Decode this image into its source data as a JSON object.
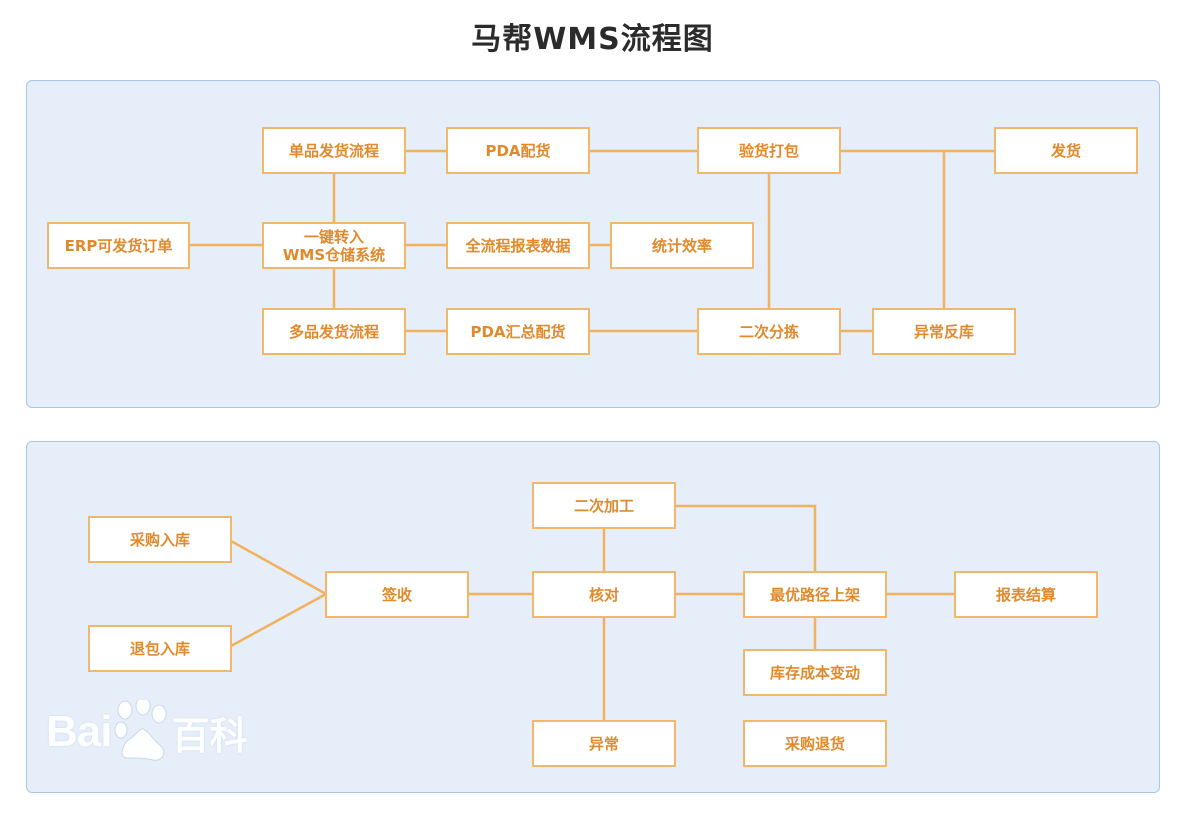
{
  "title": "马帮WMS流程图",
  "nodes": {
    "erp": "ERP可发货订单",
    "single": "单品发货流程",
    "pda_pick": "PDA配货",
    "inspect": "验货打包",
    "ship": "发货",
    "wms": "一键转入\nWMS仓储系统",
    "report_data": "全流程报表数据",
    "efficiency": "统计效率",
    "multi": "多品发货流程",
    "pda_batch": "PDA汇总配货",
    "sort2": "二次分拣",
    "exception_return": "异常反库",
    "purchase_in": "采购入库",
    "return_in": "退包入库",
    "sign": "签收",
    "process2": "二次加工",
    "verify": "核对",
    "shelve": "最优路径上架",
    "settle": "报表结算",
    "cost": "库存成本变动",
    "exception": "异常",
    "purchase_return": "采购退货"
  },
  "watermark": {
    "bai": "Bai",
    "baike": "百科"
  },
  "colors": {
    "node_border": "#f1b76a",
    "node_text": "#e08a2c",
    "line": "#f0b25e",
    "panel_bg": "#e6eef9",
    "panel_border": "#a9c6e6"
  }
}
